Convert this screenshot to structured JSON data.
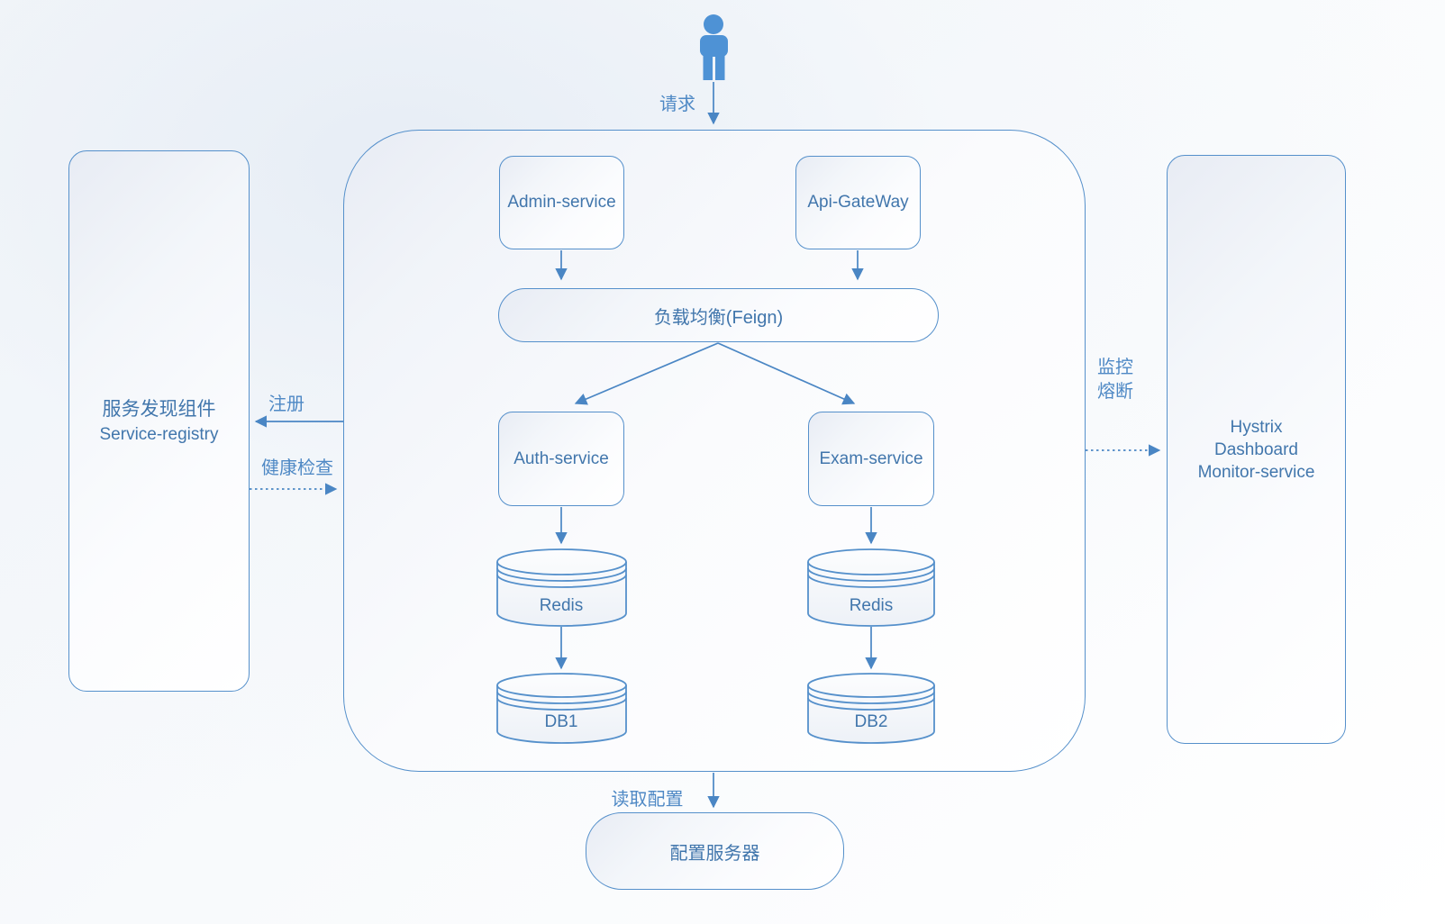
{
  "actor": {
    "label": "请求"
  },
  "container": {
    "admin_service": "Admin-service",
    "api_gateway": "Api-GateWay",
    "load_balancer": "负载均衡(Feign)",
    "auth_service": "Auth-service",
    "exam_service": "Exam-service",
    "redis_left": "Redis",
    "redis_right": "Redis",
    "db_left": "DB1",
    "db_right": "DB2"
  },
  "registry": {
    "title": "服务发现组件",
    "subtitle": "Service-registry"
  },
  "hystrix": {
    "line1": "Hystrix",
    "line2": "Dashboard",
    "line3": "Monitor-service"
  },
  "config": {
    "label": "配置服务器"
  },
  "edges": {
    "register": "注册",
    "health_check": "健康检查",
    "monitor": "监控",
    "circuit_break": "熔断",
    "read_config": "读取配置"
  },
  "colors": {
    "node_stroke": "#5590cb",
    "arrow": "#4a86c4",
    "node_text": "#4176ac",
    "edge_label_text": "#4f89c5",
    "actor_fill": "#4e92d5"
  }
}
